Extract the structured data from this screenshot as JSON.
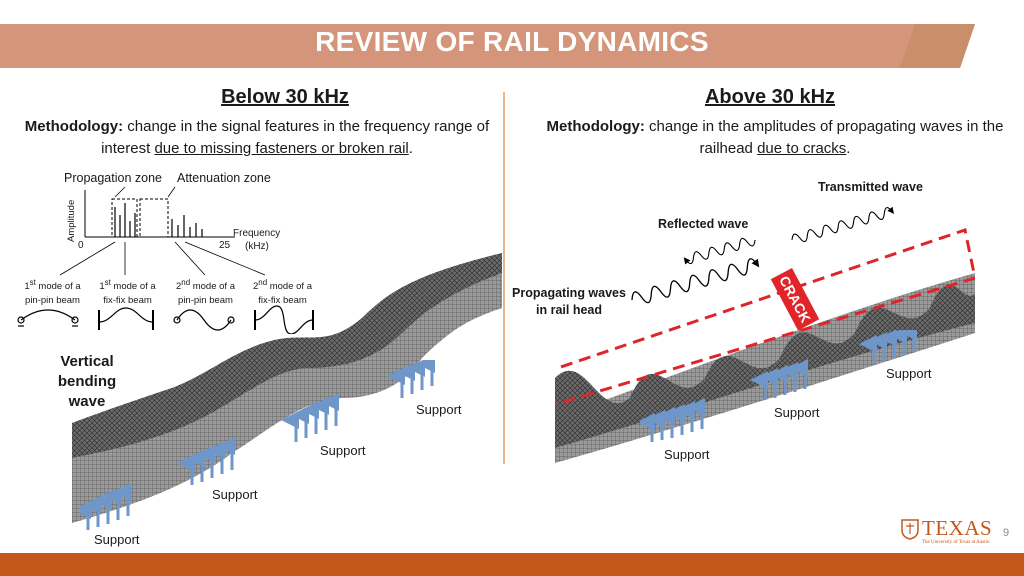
{
  "slide": {
    "title": "REVIEW OF RAIL DYNAMICS",
    "page_number": "9"
  },
  "left": {
    "heading": "Below 30 kHz",
    "methodology_label": "Methodology:",
    "methodology_text": "change in the signal features in the frequency range of interest",
    "methodology_underlined": "due to missing fasteners or broken rail",
    "methodology_end": ".",
    "zone_propagation": "Propagation zone",
    "zone_attenuation": "Attenuation zone",
    "axis_amplitude": "Amplitude",
    "axis_frequency": "Frequency",
    "axis_frequency_unit": "(kHz)",
    "tick_zero": "0",
    "tick_25": "25",
    "modes": [
      {
        "ord": "1",
        "sup": "st",
        "line1": " mode of a",
        "line2": "pin-pin beam"
      },
      {
        "ord": "1",
        "sup": "st",
        "line1": " mode of a",
        "line2": "fix-fix beam"
      },
      {
        "ord": "2",
        "sup": "nd",
        "line1": " mode of a",
        "line2": "pin-pin beam"
      },
      {
        "ord": "2",
        "sup": "nd",
        "line1": " mode of a",
        "line2": "fix-fix beam"
      }
    ],
    "wave_label_1": "Vertical",
    "wave_label_2": "bending",
    "wave_label_3": "wave",
    "supports": [
      "Support",
      "Support",
      "Support",
      "Support"
    ]
  },
  "right": {
    "heading": "Above 30 kHz",
    "methodology_label": "Methodology:",
    "methodology_text": "change in the amplitudes of propagating waves in the railhead",
    "methodology_underlined": "due to cracks",
    "methodology_end": ".",
    "transmitted": "Transmitted wave",
    "reflected": "Reflected wave",
    "propagating_1": "Propagating waves",
    "propagating_2": "in rail head",
    "crack": "CRACK",
    "supports": [
      "Support",
      "Support",
      "Support"
    ]
  },
  "logo": {
    "name": "TEXAS",
    "subtitle": "The University of Texas at Austin"
  },
  "colors": {
    "accent": "#c4581a",
    "title_bar": "#d4957a",
    "arrow": "#6f96c8",
    "crack_red": "#e0252a"
  }
}
